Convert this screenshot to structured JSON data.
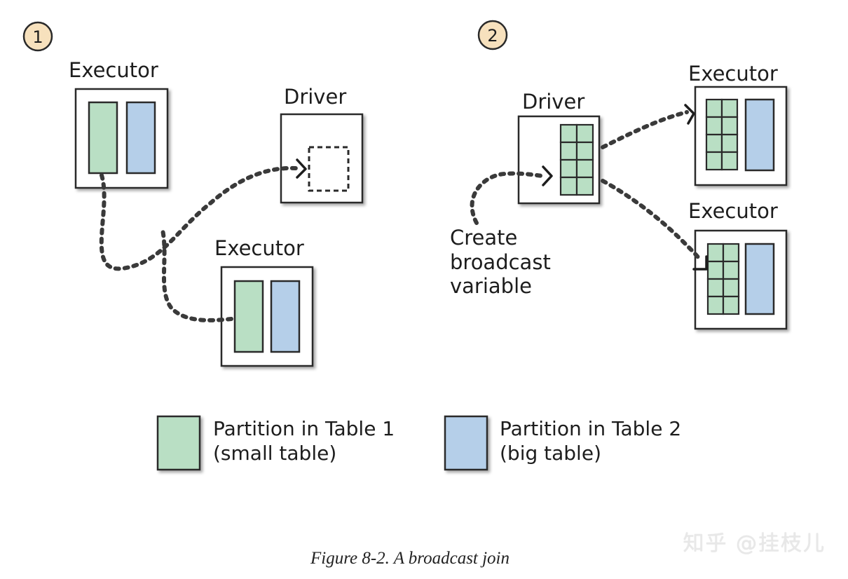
{
  "step_markers": [
    "1",
    "2"
  ],
  "panel1": {
    "executor_top": "Executor",
    "driver": "Driver",
    "executor_bottom": "Executor"
  },
  "panel2": {
    "driver": "Driver",
    "executor_top": "Executor",
    "executor_bottom": "Executor",
    "annotation": [
      "Create",
      "broadcast",
      "variable"
    ]
  },
  "legend": {
    "table1": [
      "Partition in Table 1",
      "(small table)"
    ],
    "table2": [
      "Partition in Table 2",
      "(big table)"
    ]
  },
  "colors": {
    "table1_fill": "#b9dfc4",
    "table2_fill": "#b5cfe9",
    "marker_fill": "#f7e1bd",
    "stroke": "#2a2a2a"
  },
  "caption": "Figure 8-2. A broadcast join",
  "watermark": "知乎 @挂枝儿"
}
